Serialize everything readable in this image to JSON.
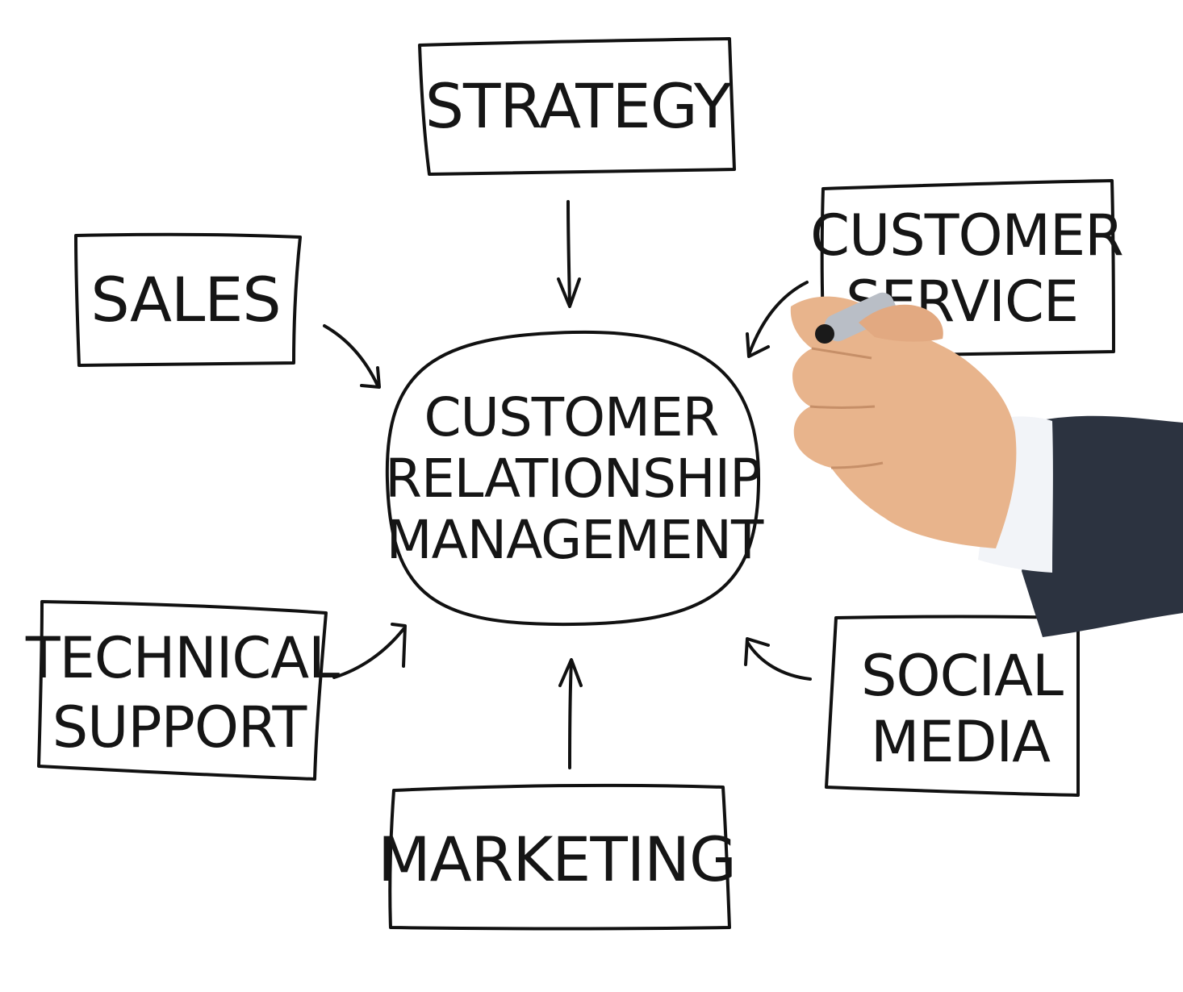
{
  "colors": {
    "background": "#ffffff",
    "ink": "#111111",
    "skin": "#e8b48c",
    "cuff": "#f2f4f8",
    "sleeve": "#2c3340"
  },
  "icons": {
    "hand": "hand-with-marker-icon"
  },
  "diagram": {
    "center": {
      "line1": "CUSTOMER",
      "line2": "RELATIONSHIP",
      "line3": "MANAGEMENT"
    },
    "nodes": {
      "strategy": {
        "line1": "STRATEGY"
      },
      "sales": {
        "line1": "SALES"
      },
      "customer_service": {
        "line1": "CUSTOMER",
        "line2": "SERVICE"
      },
      "technical_support": {
        "line1": "TECHNICAL",
        "line2": "SUPPORT"
      },
      "social_media": {
        "line1": "SOCIAL",
        "line2": "MEDIA"
      },
      "marketing": {
        "line1": "MARKETING"
      }
    }
  }
}
